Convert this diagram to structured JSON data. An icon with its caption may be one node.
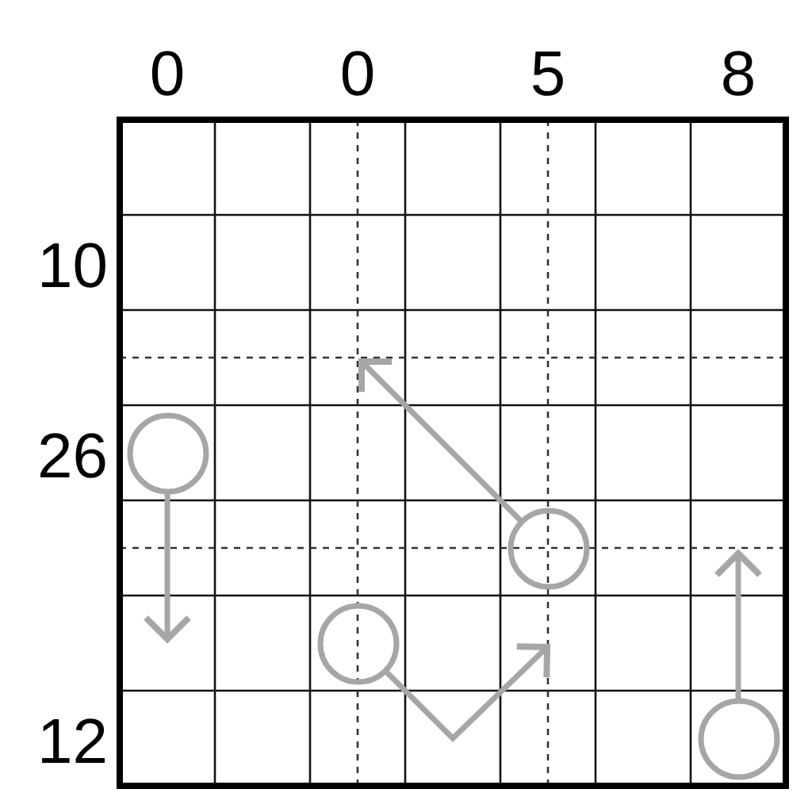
{
  "diagram": {
    "nodes": [
      {
        "text": [],
        "shape": "circle"
      },
      {
        "text": [],
        "shape": "circle"
      },
      {
        "text": [],
        "shape": "circle"
      },
      {
        "text": [],
        "shape": "circle"
      }
    ],
    "edges": [
      {
        "from": 0,
        "to": null,
        "arrow": "to"
      },
      {
        "from": 1,
        "to": null,
        "arrow": "to"
      },
      {
        "from": 2,
        "to": null,
        "arrow": "to"
      },
      {
        "from": 3,
        "to": null,
        "arrow": "to"
      }
    ],
    "labels": [
      "0",
      "0",
      "5",
      "8",
      "10",
      "26",
      "12"
    ]
  }
}
